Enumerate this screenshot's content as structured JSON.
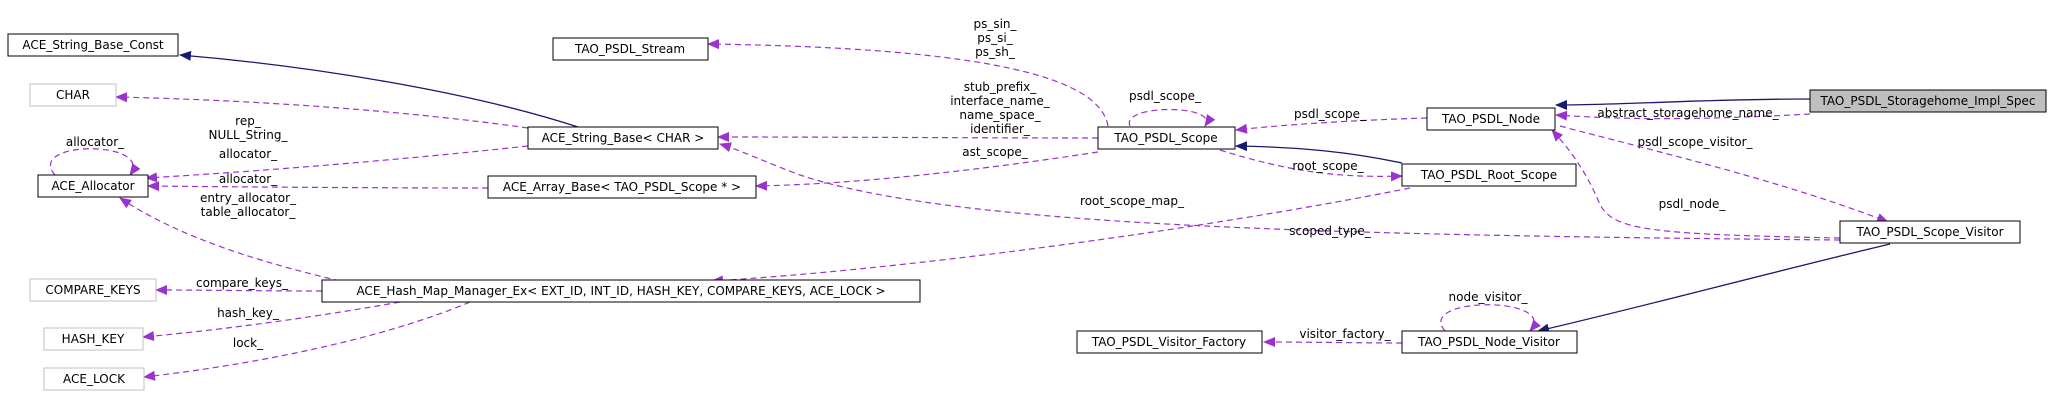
{
  "nodes": {
    "storagehome": "TAO_PSDL_Storagehome_Impl_Spec",
    "psdl_node": "TAO_PSDL_Node",
    "psdl_scope": "TAO_PSDL_Scope",
    "psdl_stream": "TAO_PSDL_Stream",
    "root_scope": "TAO_PSDL_Root_Scope",
    "scope_visitor": "TAO_PSDL_Scope_Visitor",
    "node_visitor": "TAO_PSDL_Node_Visitor",
    "visitor_factory": "TAO_PSDL_Visitor_Factory",
    "string_base_const": "ACE_String_Base_Const",
    "char": "CHAR",
    "string_base": "ACE_String_Base< CHAR >",
    "allocator": "ACE_Allocator",
    "array_base": "ACE_Array_Base< TAO_PSDL_Scope * >",
    "hash_map": "ACE_Hash_Map_Manager_Ex< EXT_ID, INT_ID, HASH_KEY, COMPARE_KEYS, ACE_LOCK >",
    "compare_keys": "COMPARE_KEYS",
    "hash_key": "HASH_KEY",
    "ace_lock": "ACE_LOCK"
  },
  "edge_labels": {
    "ps_sin": "ps_sin_",
    "ps_si": "ps_si_",
    "ps_sh": "ps_sh_",
    "psdl_scope_self": "psdl_scope_",
    "stub_prefix": "stub_prefix_",
    "interface_name": "interface_name_",
    "name_space": "name_space_",
    "identifier": "identifier_",
    "ast_scope": "ast_scope_",
    "psdl_scope_node": "psdl_scope_",
    "abstract_storagehome_name": "abstract_storagehome_name_",
    "psdl_scope_visitor": "psdl_scope_visitor_",
    "root_scope": "root_scope_",
    "psdl_node": "psdl_node_",
    "root_scope_map": "root_scope_map_",
    "scoped_type": "scoped_type_",
    "rep": "rep_",
    "null_string": "NULL_String_",
    "allocator_self": "allocator_",
    "allocator_sb": "allocator_",
    "allocator_ab": "allocator_",
    "entry_allocator": "entry_allocator_",
    "table_allocator": "table_allocator_",
    "compare_keys": "compare_keys_",
    "hash_key": "hash_key_",
    "lock": "lock_",
    "node_visitor": "node_visitor_",
    "visitor_factory": "visitor_factory_"
  },
  "colors": {
    "inheritance_edge": "#191970",
    "usage_edge": "#9a32cd",
    "focus_fill": "#bfbfbf",
    "external_border": "#c0c0c0"
  }
}
